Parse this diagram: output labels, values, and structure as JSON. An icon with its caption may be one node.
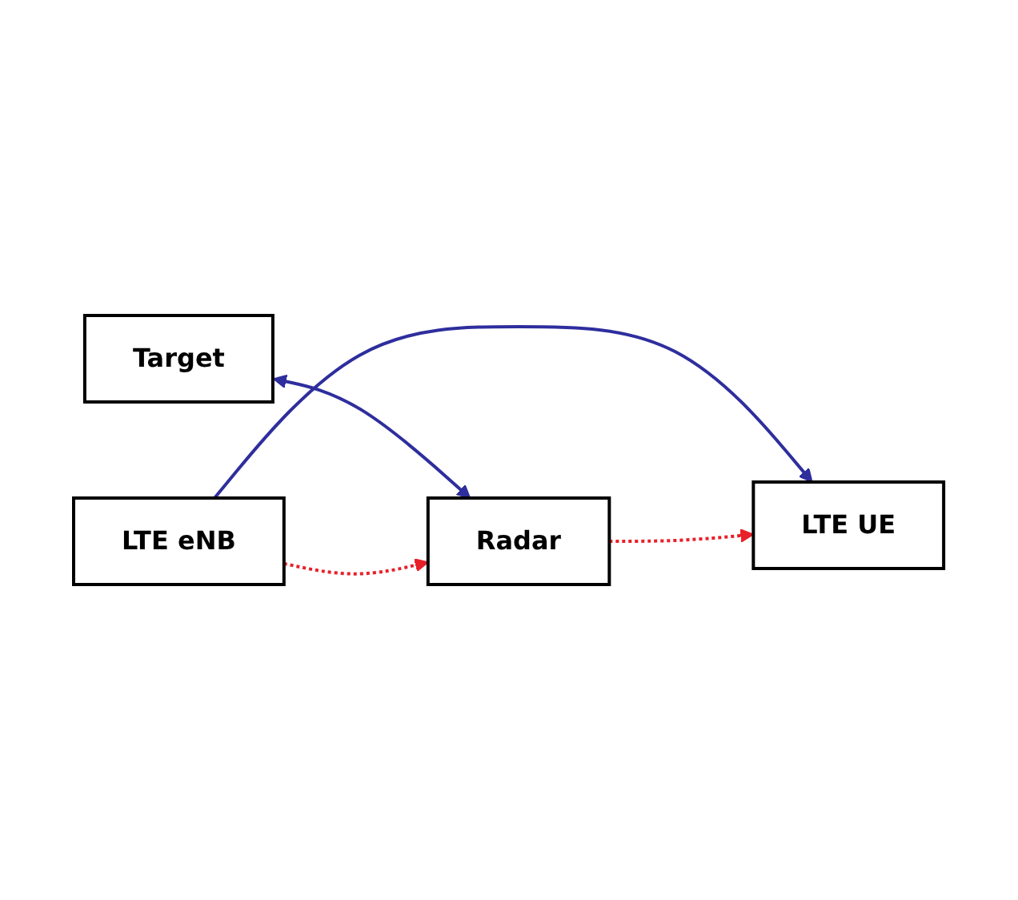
{
  "diagram": {
    "nodes": [
      {
        "text": [
          "Target"
        ]
      },
      {
        "text": [
          "LTE eNB"
        ]
      },
      {
        "text": [
          "LTE UE"
        ]
      },
      {
        "text": [
          "Radar"
        ]
      }
    ],
    "edges": [
      {
        "from": 1,
        "to": 2,
        "arrow": "to",
        "color": "#2e2e9e"
      },
      {
        "from": 0,
        "to": 3,
        "arrow": "both",
        "color": "#2e2e9e"
      },
      {
        "from": 1,
        "to": 3,
        "arrow": "to",
        "style": "dashed",
        "color": "#e8202a"
      },
      {
        "from": 3,
        "to": 2,
        "arrow": "to",
        "style": "dashed",
        "color": "#e8202a"
      }
    ]
  }
}
